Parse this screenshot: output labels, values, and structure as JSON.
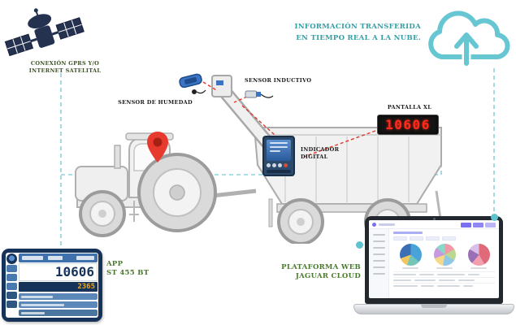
{
  "diagram": {
    "satellite": {
      "label_line1": "CONEXIÓN GPRS Y/O",
      "label_line2": "INTERNET SATELITAL"
    },
    "cloud": {
      "label_line1": "INFORMACIÓN TRANSFERIDA",
      "label_line2": "EN TIEMPO REAL A LA NUBE."
    },
    "humidity_sensor": {
      "label": "SENSOR DE HUMEDAD"
    },
    "inductive_sensor": {
      "label": "SENSOR INDUCTIVO"
    },
    "display_xl": {
      "label": "PANTALLA XL",
      "value": "10606"
    },
    "digital_indicator": {
      "label_line1": "INDICADOR",
      "label_line2": "DIGITAL"
    },
    "app": {
      "label_line1": "APP",
      "label_line2": "ST 455 BT"
    },
    "tablet_screen": {
      "main_value": "10606",
      "secondary_value": "2365"
    },
    "web_platform": {
      "label_line1": "PLATAFORMA WEB",
      "label_line2": "JAGUAR CLOUD"
    }
  },
  "colors": {
    "teal_accent": "#5fc3cf",
    "label_green": "#4a7a2d",
    "label_dark_green": "#3d5226",
    "label_teal": "#339fa5",
    "connector_red": "#e0382c",
    "led_red": "#ff2b1c",
    "device_navy": "#16335a",
    "amber_value": "#f2a71b",
    "dashboard_purple": "#7a6ff0"
  }
}
